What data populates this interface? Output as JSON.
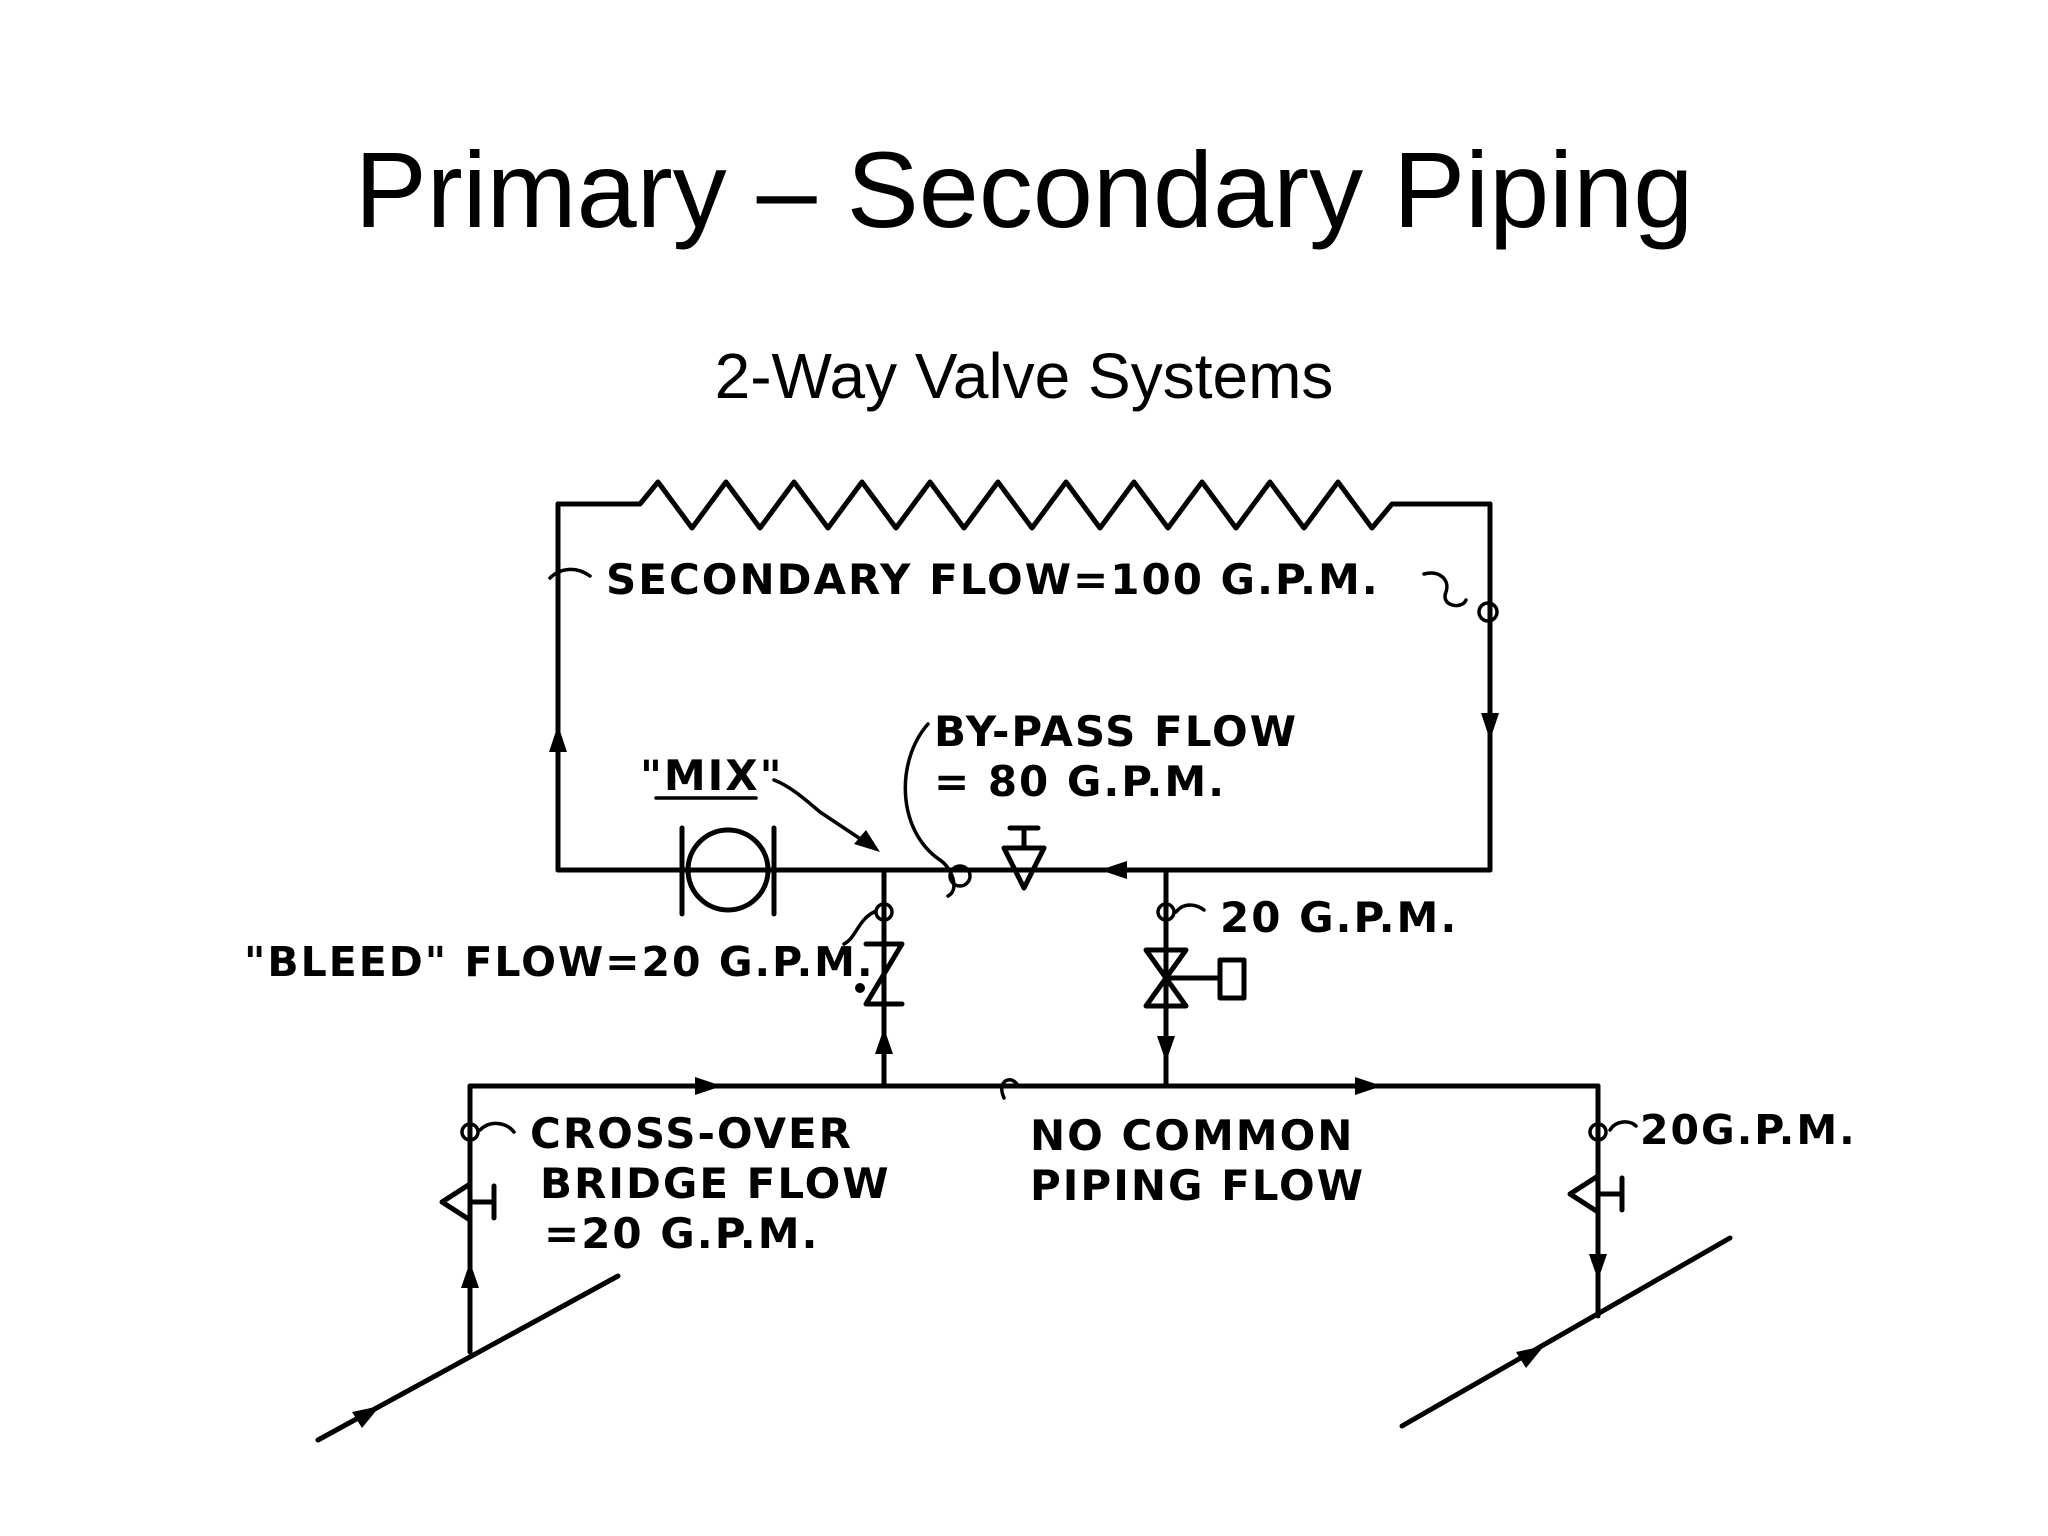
{
  "slide": {
    "title": "Primary – Secondary Piping",
    "subtitle": "2-Way Valve Systems"
  },
  "diagram": {
    "labels": {
      "secondary_flow": "SECONDARY  FLOW=100 G.P.M.",
      "mix": "\"MIX\"",
      "bypass_flow_line1": "BY-PASS FLOW",
      "bypass_flow_line2": "= 80 G.P.M.",
      "valve_branch_flow": "20 G.P.M.",
      "bleed_flow": "\"BLEED\" FLOW=20 G.P.M.",
      "crossover_line1": "CROSS-OVER",
      "crossover_line2": "BRIDGE FLOW",
      "crossover_line3": "=20 G.P.M.",
      "no_common_line1": "NO COMMON",
      "no_common_line2": "PIPING FLOW",
      "right_branch_flow": "20G.P.M."
    }
  }
}
